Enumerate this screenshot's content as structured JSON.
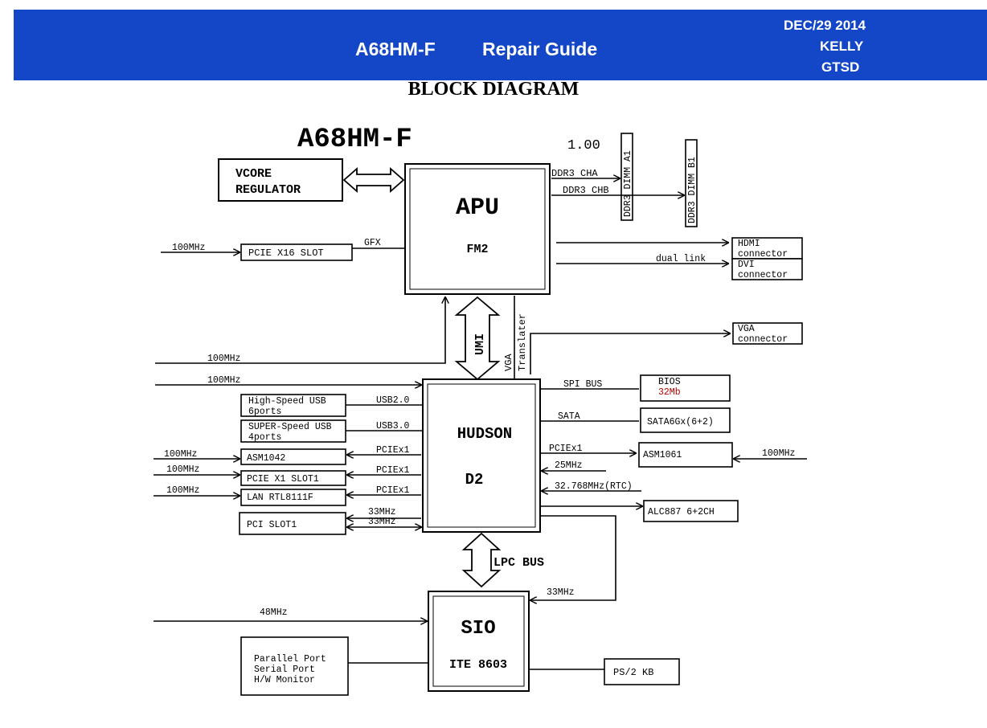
{
  "header": {
    "model": "A68HM-F",
    "title": "Repair Guide",
    "date": "DEC/29 2014",
    "author": "KELLY",
    "dept": "GTSD"
  },
  "page_heading": "BLOCK DIAGRAM",
  "diagram": {
    "board_name": "A68HM-F",
    "version": "1.00",
    "vcore": {
      "line1": "VCORE",
      "line2": "REGULATOR"
    },
    "apu": {
      "title": "APU",
      "socket": "FM2"
    },
    "ddr": {
      "cha": "DDR3 CHA",
      "chb": "DDR3 CHB",
      "dimm_a1": "DDR3 DIMM A1",
      "dimm_b1": "DDR3 DIMM B1"
    },
    "pcie_x16": {
      "label": "PCIE X16 SLOT",
      "clock": "100MHz",
      "bus": "GFX"
    },
    "hdmi": {
      "line1": "HDMI",
      "line2": "connector"
    },
    "dvi": {
      "line1": "DVI",
      "line2": "connector",
      "bus": "dual link"
    },
    "vga": {
      "line1": "VGA",
      "line2": "connector",
      "translater_1": "VGA",
      "translater_2": "Translater"
    },
    "umi": "UMI",
    "clock_100_a": "100MHz",
    "clock_100_b": "100MHz",
    "hudson": {
      "title": "HUDSON",
      "sub": "D2"
    },
    "usb2": {
      "line1": "High-Speed USB",
      "line2": "6ports",
      "bus": "USB2.0"
    },
    "usb3": {
      "line1": "SUPER-Speed USB",
      "line2": "4ports",
      "bus": "USB3.0"
    },
    "asm1042": {
      "label": "ASM1042",
      "clock": "100MHz",
      "bus": "PCIEx1"
    },
    "pcie_x1": {
      "label": "PCIE X1 SLOT1",
      "clock": "100MHz",
      "bus": "PCIEx1"
    },
    "lan": {
      "label": "LAN RTL8111F",
      "clock": "100MHz",
      "bus": "PCIEx1"
    },
    "pci": {
      "label": "PCI SLOT1",
      "clock1": "33MHz",
      "clock2": "33MHz"
    },
    "bios": {
      "line1": "BIOS",
      "line2": "32Mb",
      "bus": "SPI BUS"
    },
    "sata": {
      "label": "SATA6Gx(6+2)",
      "bus": "SATA"
    },
    "asm1061": {
      "label": "ASM1061",
      "bus": "PCIEx1",
      "clock": "100MHz"
    },
    "clock_25": "25MHz",
    "clock_rtc": "32.768MHz(RTC)",
    "audio": {
      "label": "ALC887 6+2CH"
    },
    "lpc": "LPC BUS",
    "sio": {
      "title": "SIO",
      "sub": "ITE 8603",
      "clock": "33MHz",
      "clock_48": "48MHz"
    },
    "parallel": {
      "line1": "Parallel Port",
      "line2": "Serial Port",
      "line3": "H/W Monitor"
    },
    "ps2": "PS/2 KB",
    "colors": {
      "banner": "#1347c8",
      "bios_size": "#b30000"
    }
  }
}
